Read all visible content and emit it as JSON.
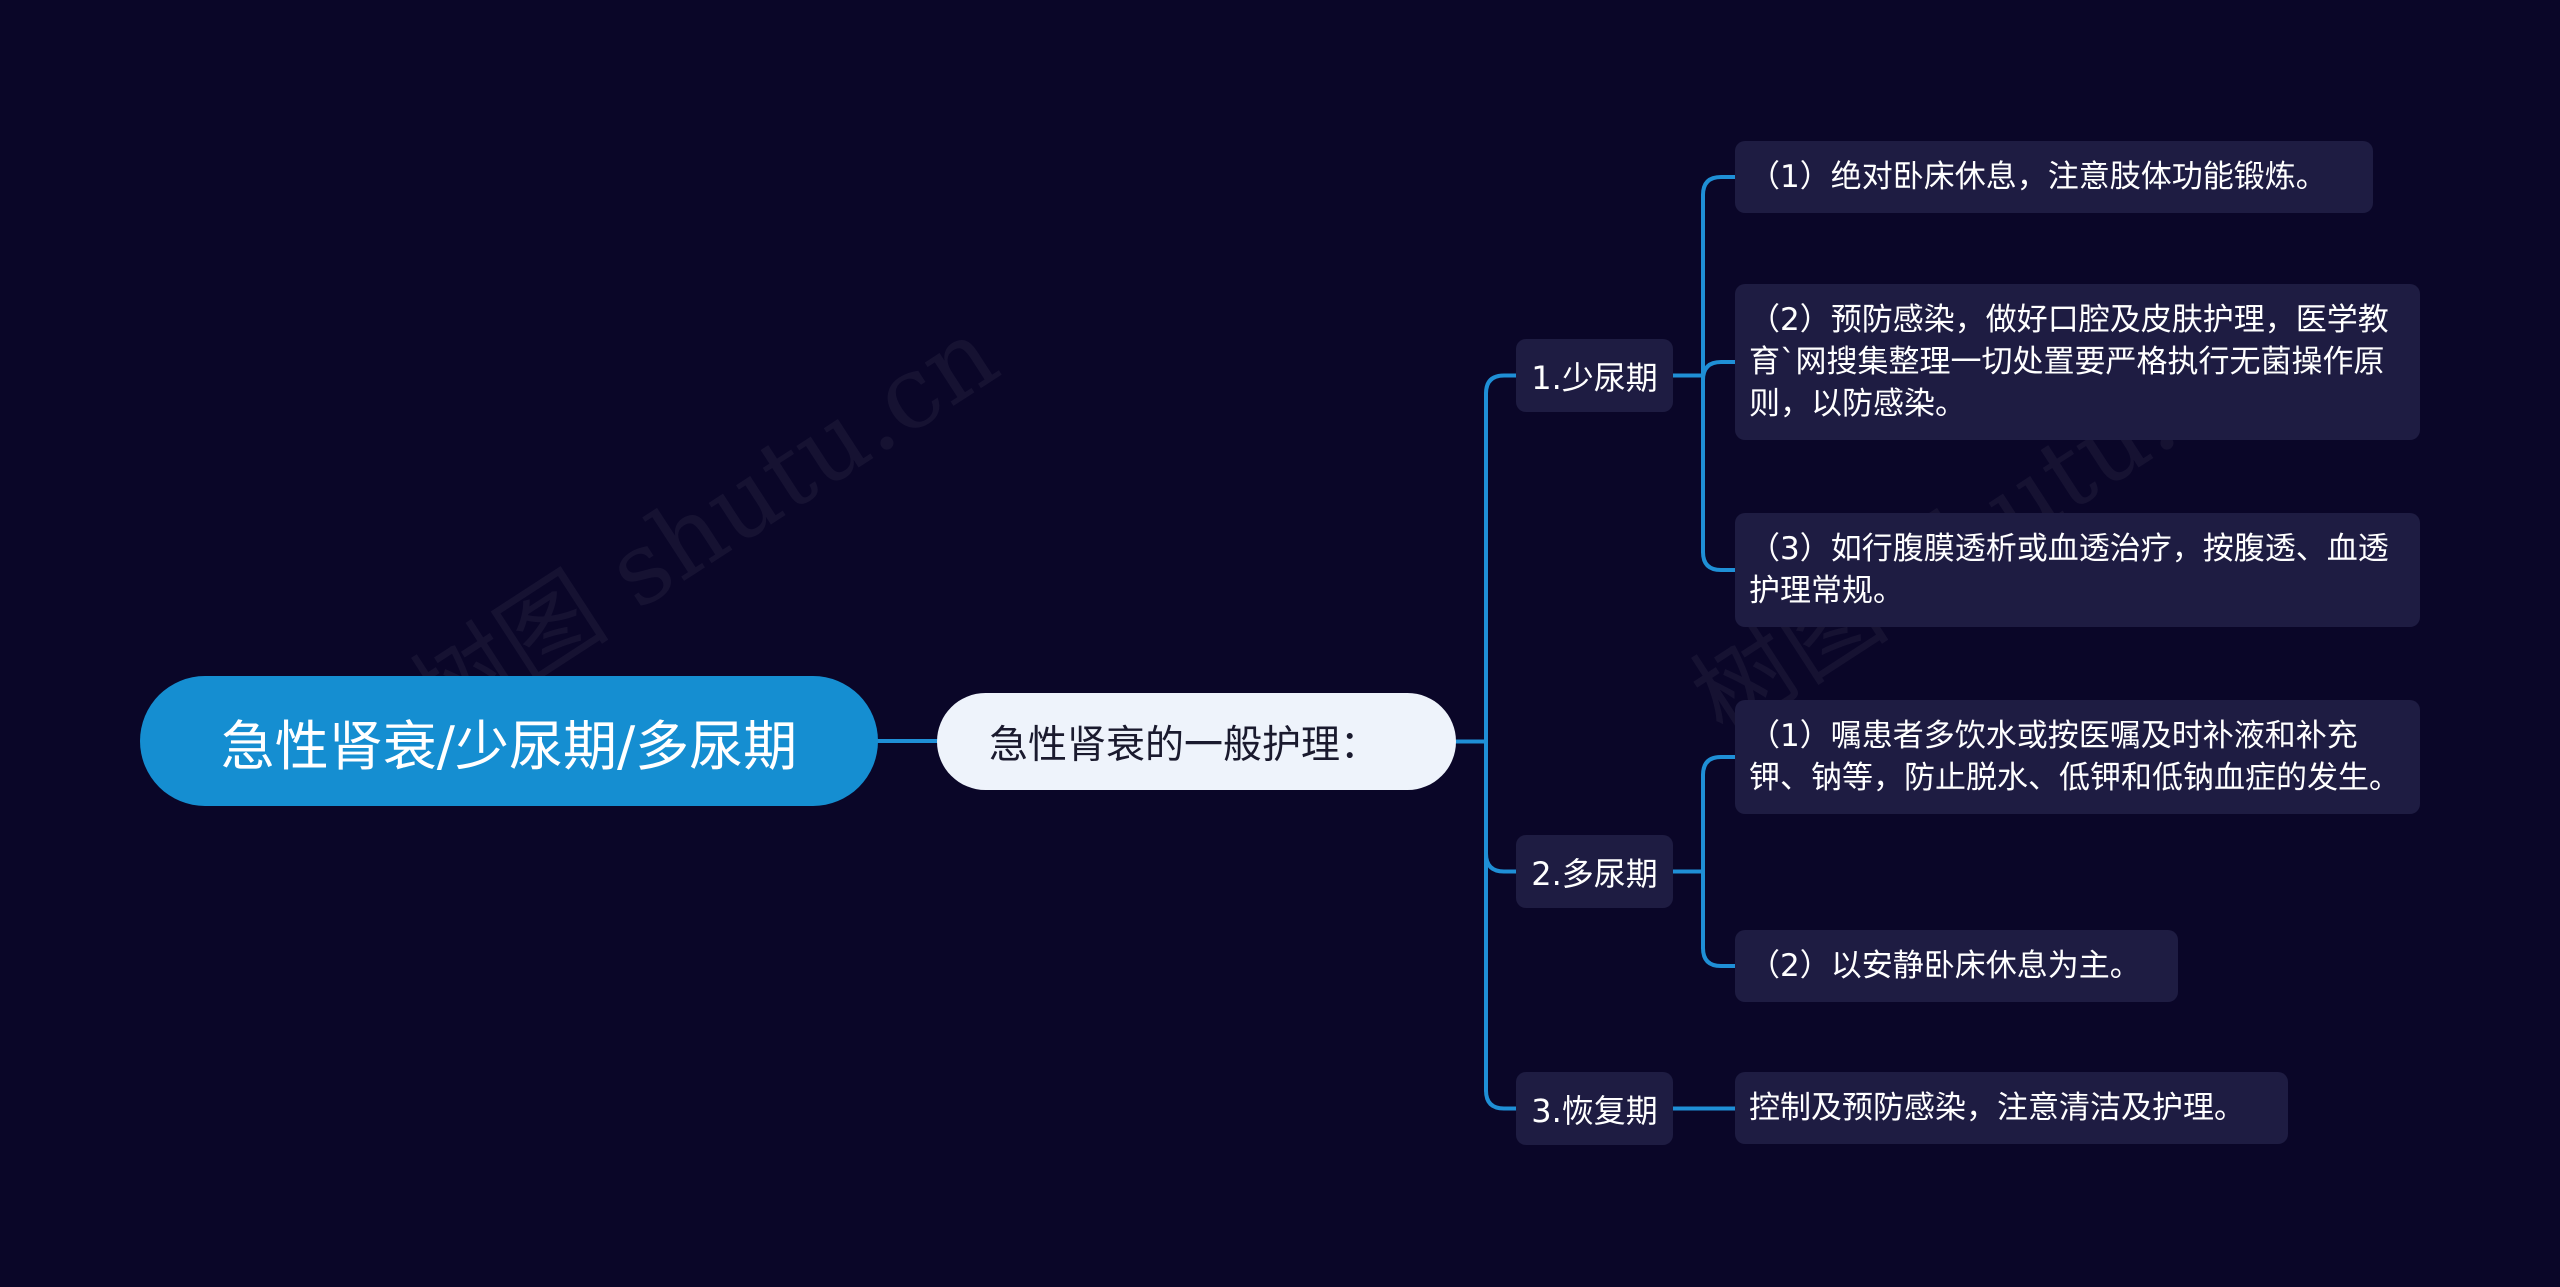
{
  "watermark": "树图 shutu.cn",
  "colors": {
    "background": "#0a0628",
    "root": "#158ed1",
    "connector": "#1f8fd6",
    "node": "#1e1c42",
    "sub": "#eef3fb"
  },
  "root": {
    "label": "急性肾衰/少尿期/多尿期"
  },
  "sub": {
    "label": "急性肾衰的一般护理："
  },
  "branches": [
    {
      "label": "1.少尿期",
      "children": [
        "（1）绝对卧床休息，注意肢体功能锻炼。",
        "（2）预防感染，做好口腔及皮肤护理，医学教育`网搜集整理一切处置要严格执行无菌操作原则，以防感染。",
        "（3）如行腹膜透析或血透治疗，按腹透、血透护理常规。"
      ]
    },
    {
      "label": "2.多尿期",
      "children": [
        "（1）嘱患者多饮水或按医嘱及时补液和补充钾、钠等，防止脱水、低钾和低钠血症的发生。",
        "（2）以安静卧床休息为主。"
      ]
    },
    {
      "label": "3.恢复期",
      "children": [
        "控制及预防感染，注意清洁及护理。"
      ]
    }
  ]
}
